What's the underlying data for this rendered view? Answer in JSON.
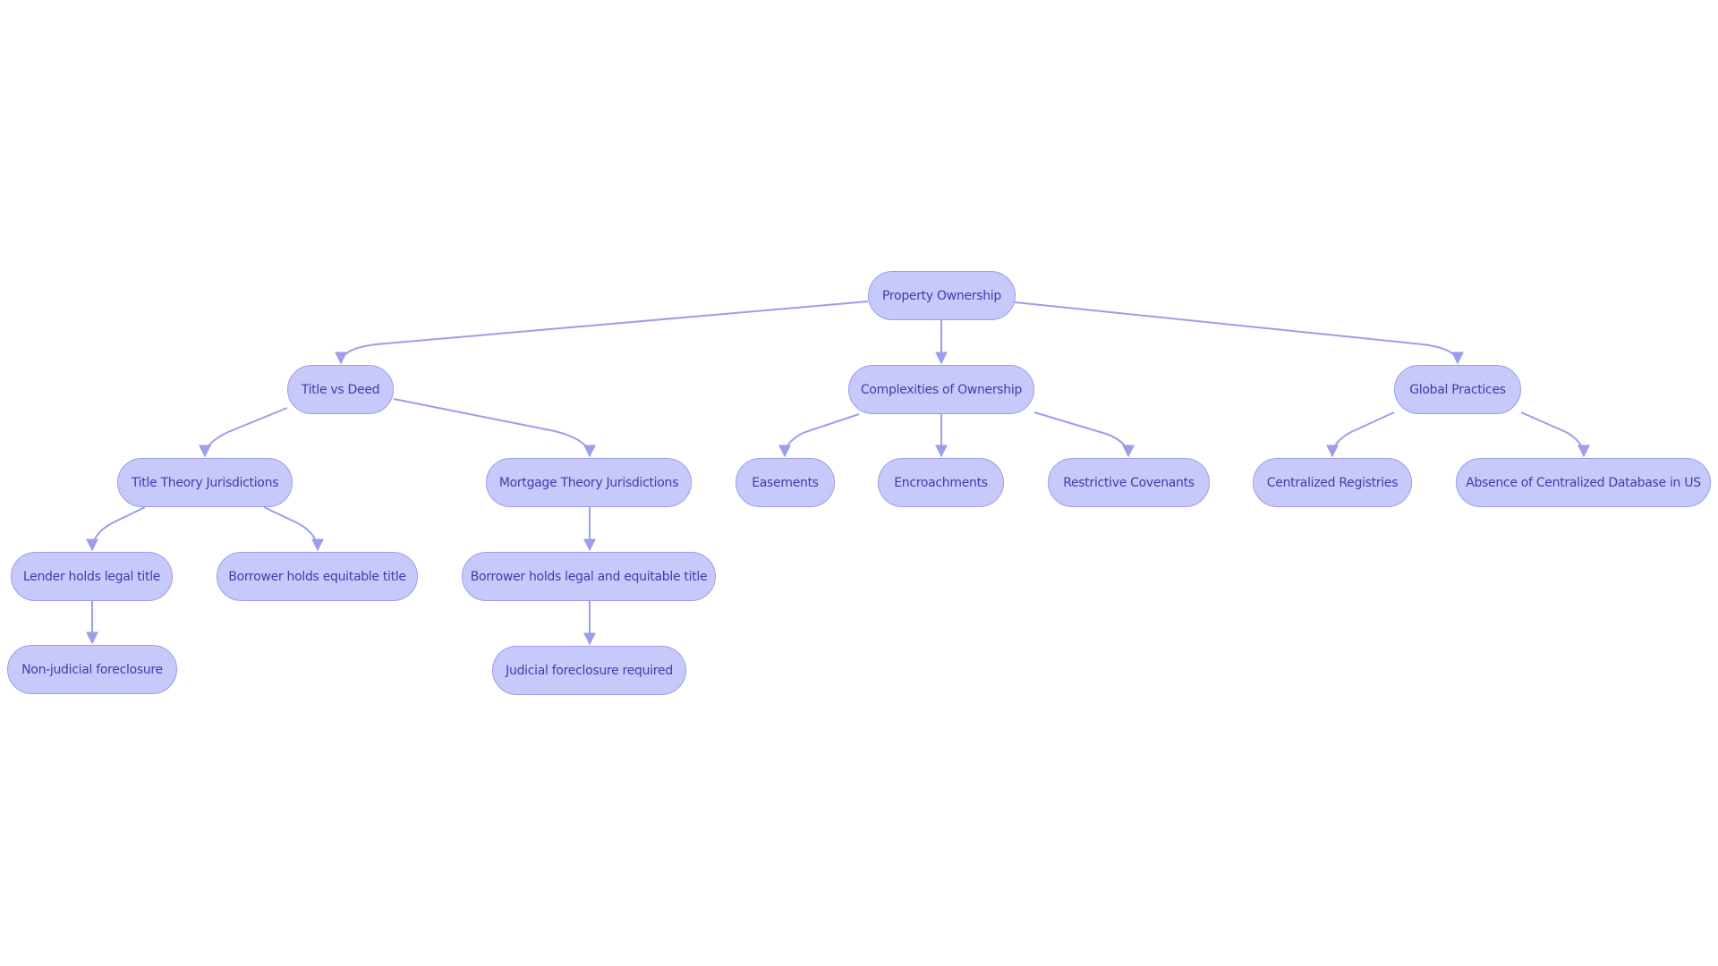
{
  "diagram": {
    "type": "flowchart-tree",
    "colors": {
      "node_fill": "#c8c9fb",
      "node_border": "#9b9ee8",
      "node_text": "#3d3ea8",
      "edge": "#9b9ee8",
      "background": "#ffffff"
    },
    "nodes": {
      "root": "Property Ownership",
      "title_vs_deed": "Title vs Deed",
      "complexities": "Complexities of Ownership",
      "global_practices": "Global Practices",
      "title_theory": "Title Theory Jurisdictions",
      "mortgage_theory": "Mortgage Theory Jurisdictions",
      "easements": "Easements",
      "encroachments": "Encroachments",
      "restrictive_covenants": "Restrictive Covenants",
      "centralized_registries": "Centralized Registries",
      "absence_database": "Absence of Centralized Database in US",
      "lender_legal": "Lender holds legal title",
      "borrower_equitable": "Borrower holds equitable title",
      "borrower_legal_equitable": "Borrower holds legal and equitable title",
      "non_judicial": "Non-judicial foreclosure",
      "judicial": "Judicial foreclosure required"
    },
    "edges": [
      {
        "from": "Property Ownership",
        "to": "Title vs Deed"
      },
      {
        "from": "Property Ownership",
        "to": "Complexities of Ownership"
      },
      {
        "from": "Property Ownership",
        "to": "Global Practices"
      },
      {
        "from": "Title vs Deed",
        "to": "Title Theory Jurisdictions"
      },
      {
        "from": "Title vs Deed",
        "to": "Mortgage Theory Jurisdictions"
      },
      {
        "from": "Complexities of Ownership",
        "to": "Easements"
      },
      {
        "from": "Complexities of Ownership",
        "to": "Encroachments"
      },
      {
        "from": "Complexities of Ownership",
        "to": "Restrictive Covenants"
      },
      {
        "from": "Global Practices",
        "to": "Centralized Registries"
      },
      {
        "from": "Global Practices",
        "to": "Absence of Centralized Database in US"
      },
      {
        "from": "Title Theory Jurisdictions",
        "to": "Lender holds legal title"
      },
      {
        "from": "Title Theory Jurisdictions",
        "to": "Borrower holds equitable title"
      },
      {
        "from": "Mortgage Theory Jurisdictions",
        "to": "Borrower holds legal and equitable title"
      },
      {
        "from": "Lender holds legal title",
        "to": "Non-judicial foreclosure"
      },
      {
        "from": "Borrower holds legal and equitable title",
        "to": "Judicial foreclosure required"
      }
    ]
  }
}
